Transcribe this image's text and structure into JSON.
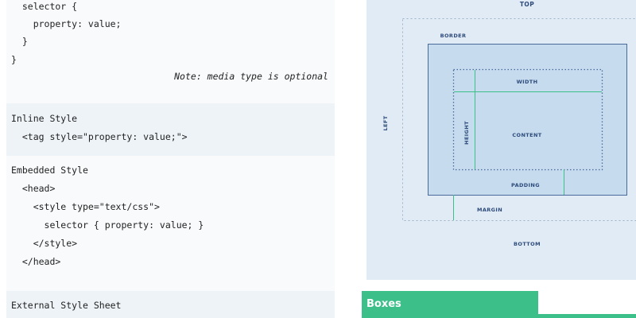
{
  "code_panel": {
    "media_block": {
      "lines": [
        "  selector {",
        "    property: value;",
        "  }",
        "}"
      ],
      "note": "Note: media type is optional"
    },
    "inline_block": {
      "title": "Inline Style",
      "lines": [
        "  <tag style=\"property: value;\">"
      ]
    },
    "embedded_block": {
      "title": "Embedded Style",
      "lines": [
        "  <head>",
        "    <style type=\"text/css\">",
        "      selector { property: value; }",
        "    </style>",
        "  </head>"
      ]
    },
    "external_block": {
      "title": "External Style Sheet"
    }
  },
  "box_model": {
    "top": "TOP",
    "border": "BORDER",
    "left": "LEFT",
    "width": "WIDTH",
    "height": "HEIGHT",
    "content": "CONTENT",
    "padding": "PADDING",
    "margin": "MARGIN",
    "bottom": "BOTTOM",
    "colors": {
      "background": "#e1ebf5",
      "border_box": "#c6dbee",
      "accent_line": "#3dbf8a"
    }
  },
  "section_header": {
    "title": "Boxes",
    "color": "#3dbf8a"
  }
}
